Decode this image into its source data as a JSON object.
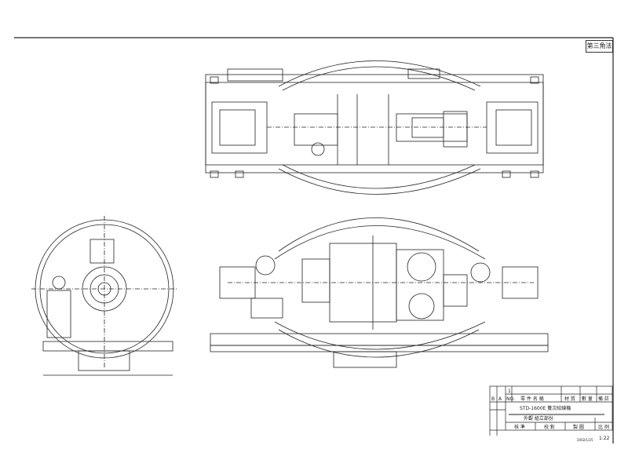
{
  "projection_label": "第三角法",
  "title_block": {
    "item_no": "1.",
    "rev_b": "B",
    "rev_a": "A",
    "no_label": "NO.",
    "part_name_label": "零 件 名 稱",
    "material_label": "材 質",
    "quantity_label": "數 量",
    "remarks_label": "備 註",
    "machine_title": "STD-1600E 雙次絞線機",
    "subtitle": "外觀 組立部份",
    "approved_label": "核 準",
    "checked_label": "校 對",
    "drawn_label": "製 圖",
    "scale_label": "比 例",
    "scale_value": "1:22",
    "date_value": "2002/1/25"
  }
}
